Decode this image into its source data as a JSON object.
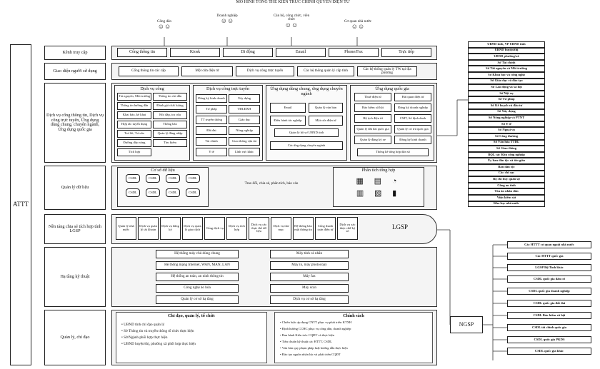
{
  "caption": "MÔ HÌNH TỔNG THỂ KIẾN TRÚC CHÍNH QUYỀN ĐIỆN TỬ",
  "actors": [
    "Công dân",
    "Doanh nghiệp",
    "Cán bộ, công chức, viên chức",
    "Cơ quan nhà nước"
  ],
  "attt": "ATTT",
  "rows": {
    "kenh": "Kênh truy cập",
    "giaodien": "Giao diện người sử dụng",
    "dichvu": "Dịch vụ cổng thông tin, Dịch vụ công trực tuyến, Ứng dụng dùng chung, chuyên ngành, Ứng dụng quốc gia",
    "dulieu": "Quản lý dữ liệu",
    "nentang": "Nền tảng chia sẻ tích hợp tỉnh LGSP",
    "hatang": "Hạ tầng kỹ thuật",
    "quanly": "Quản lý, chỉ đạo"
  },
  "channels": [
    "Cổng thông tin",
    "Kiosk",
    "Di động",
    "Email",
    "Phone/Fax",
    "Trực tiếp"
  ],
  "interfaces": [
    "Cổng thông tin các cấp",
    "Một cửa điện tử",
    "Dịch vụ công trực tuyến",
    "Các hệ thống quản lý cấp tỉnh",
    "Các hệ thống quản lý TW tại địa phương"
  ],
  "dvc": {
    "title": "Dịch vụ công",
    "items": [
      "Tài nguyên, Môi trường",
      "Thông tin chỉ dẫn",
      "Thông tin hướng dẫn",
      "Đánh giá chất lượng",
      "Khai báo, kê khai",
      "Hỏi đáp, tra cứu",
      "Hợp tác tuyển dụng",
      "Thông báo",
      "Trả lời, Tư vấn",
      "Quản lý đăng nhập",
      "Đường dây nóng",
      "Tìm kiếm",
      "Tích hợp"
    ]
  },
  "dvctt": {
    "title": "Dịch vụ công trực tuyến",
    "items": [
      "Đăng ký kinh doanh",
      "Xây dựng",
      "Tư pháp",
      "TĐLĐXH",
      "TT truyền thông",
      "Giáo dục",
      "Đất đai",
      "Nông nghiệp",
      "Tài chính",
      "Giao thông vận tải",
      "Y tế",
      "Lĩnh vực khác"
    ]
  },
  "udchung": {
    "title": "Ứng dụng dùng chung, ứng dụng chuyên ngành",
    "items": [
      "Email",
      "Quản lý văn bản",
      "Điều hành tác nghiệp",
      "Một cửa điện tử",
      "Quản lý hồ sơ UBND tỉnh",
      "Các ứng dụng chuyên ngành"
    ]
  },
  "udqg": {
    "title": "Ứng dụng quốc gia",
    "items": [
      "Thuế điện tử",
      "Hải quan điện tử",
      "Bảo hiểm xã hội",
      "Đăng ký doanh nghiệp",
      "Hộ tịch điện tử",
      "CMT, Số định danh",
      "Quản lý đất đai quốc gia",
      "Quản lý cư trú quốc gia",
      "Quản lý đăng ký xe",
      "Đăng ký kinh doanh",
      "Thống kê tổng hợp dân số"
    ]
  },
  "csdl": {
    "title": "Cơ sở dữ liệu",
    "items": [
      "CSDL",
      "CSDL",
      "CSDL",
      "CSDL",
      "CSDL",
      "CSDL",
      "CSDL",
      "CSDL"
    ]
  },
  "phantich": "Phân tích tổng hợp",
  "arrowlabel": "Trao đổi, chia sẻ, phân tích, báo cáo",
  "lgsp_items": [
    "Quản lý nhà nước",
    "Dịch vụ quản lý tài khoản",
    "Dịch vụ đăng ký",
    "Dịch vụ quản lý giao dịch",
    "Cổng dịch vụ",
    "Dịch vụ tích hợp",
    "Dịch vụ các thực thể dữ liệu",
    "Dịch vụ thư mục",
    "Hệ thống bảo mật thông tin",
    "Cổng thanh toán điện tử",
    "Dịch vụ xác thực chữ ký số"
  ],
  "lgsp": "LGSP",
  "hatang_left": [
    "Hệ thống máy chủ dùng chung",
    "Hệ thống mạng Internet, WAN, MAN, LAN",
    "Hệ thống an toàn, an ninh thông tin",
    "Công nghệ ảo hóa",
    "Quản lý cơ sở hạ tầng"
  ],
  "hatang_right": [
    "Máy tính cá nhân",
    "Máy in, máy photocopy",
    "Máy fax",
    "Máy scan",
    "Dịch vụ cơ sở hạ tầng"
  ],
  "chidao": {
    "title": "Chỉ đạo, quản lý, tổ chức",
    "items": [
      "UBND tỉnh chỉ đạo quản lý",
      "Sở Thông tin và truyền thông tổ chức thực hiện",
      "Sở/Ngành phối hợp thực hiện",
      "UBND huyện/thị, phường xã phối hợp thực hiện"
    ]
  },
  "chinhsach": {
    "title": "Chính sách",
    "items": [
      "Chiến lược áp dụng CNTT phục vụ phát triển KTXH",
      "Định hướng CCHC phục vụ công dân, doanh nghiệp",
      "Ban hành Kiến trúc CQĐT và thực hiện",
      "Tiêu chuẩn kỹ thuật các HTTT, CSDL",
      "Văn bản quy phạm pháp luật hướng dẫn thực hiện",
      "Đào tạo nguồn nhân lực và phát triển CQĐT"
    ]
  },
  "right_list": [
    "UBND tỉnh, VP UBND tỉnh",
    "UBND huyện/thị",
    "UBND phường/xã",
    "Sở Tài chính",
    "Sở Tài nguyên và Môi trường",
    "Sở Khoa học và công nghệ",
    "Sở Giáo dục và đào tạo",
    "Sở Lao động và xã hội",
    "Sở Nội vụ",
    "Sở Tư pháp",
    "Sở Kế hoạch và đầu tư",
    "Sở Xây dựng",
    "Sở Nông nghiệp và PTNT",
    "Sở Y tế",
    "Sở Ngoại vụ",
    "Sở Công thương",
    "Sở Văn hóa TTDL",
    "Sở Giao thông",
    "BQL các Khu công nghiệp",
    "Ủy ban dân tộc và tôn giáo",
    "Ban dân tộc",
    "Các chi cục",
    "Bộ chỉ huy quân sự",
    "Công an tỉnh",
    "Tòa án nhân dân",
    "Viện kiểm sát",
    "Kho bạc nhà nước"
  ],
  "ngsp": "NGSP",
  "ngsp_list": [
    "Các HTTT cơ quan ngoài nhà nước",
    "Các HTTT quốc gia",
    "LGSP Bộ/Tỉnh khác",
    "CSDL quốc gia dân cư",
    "CSDL quốc gia doanh nghiệp",
    "CSDL quốc gia đất đai",
    "CSDL Bảo hiểm xã hội",
    "CSDL tài chính quốc gia",
    "CSDL quốc gia PKDS",
    "CSDL quốc gia khác"
  ]
}
